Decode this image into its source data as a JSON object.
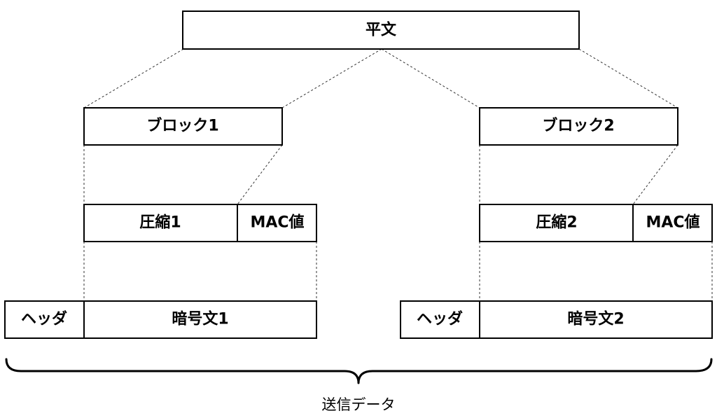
{
  "plaintext": "平文",
  "branches": [
    {
      "block": "ブロック1",
      "compressed": "圧縮1",
      "mac": "MAC値",
      "header": "ヘッダ",
      "ciphertext": "暗号文1"
    },
    {
      "block": "ブロック2",
      "compressed": "圧縮2",
      "mac": "MAC値",
      "header": "ヘッダ",
      "ciphertext": "暗号文2"
    }
  ],
  "caption": "送信データ"
}
